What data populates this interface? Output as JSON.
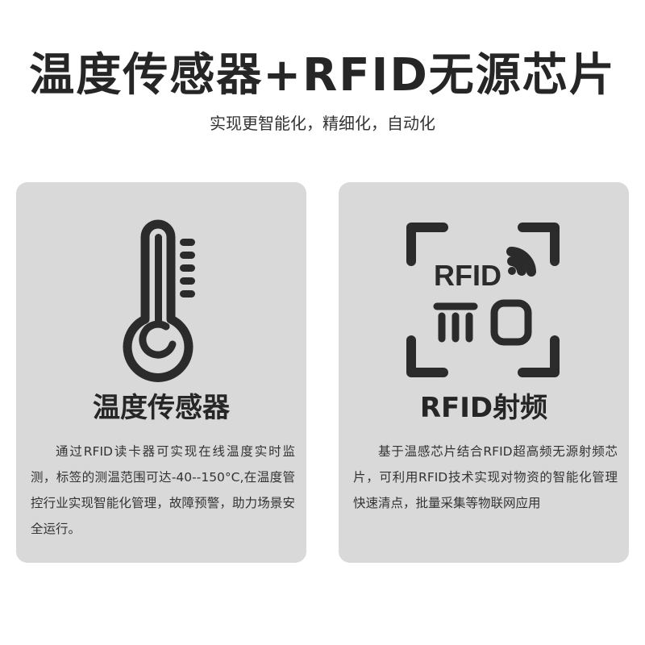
{
  "header": {
    "title": "温度传感器+RFID无源芯片",
    "subtitle": "实现更智能化，精细化，自动化"
  },
  "cards": [
    {
      "icon": "thermometer-icon",
      "title": "温度传感器",
      "description": "通过RFID读卡器可实现在线温度实时监测，标签的测温范围可达-40--150°C,在温度管控行业实现智能化管理，故障预警，助力场景安全运行。"
    },
    {
      "icon": "rfid-scan-icon",
      "icon_text": "RFID",
      "title": "RFID射频",
      "description": "基于温感芯片结合RFID超高频无源射频芯片，可利用RFID技术实现对物资的智能化管理快速清点，批量采集等物联网应用"
    }
  ],
  "colors": {
    "card_background": "#d9d9d9",
    "icon": "#2b2b2b",
    "text": "#333333"
  }
}
